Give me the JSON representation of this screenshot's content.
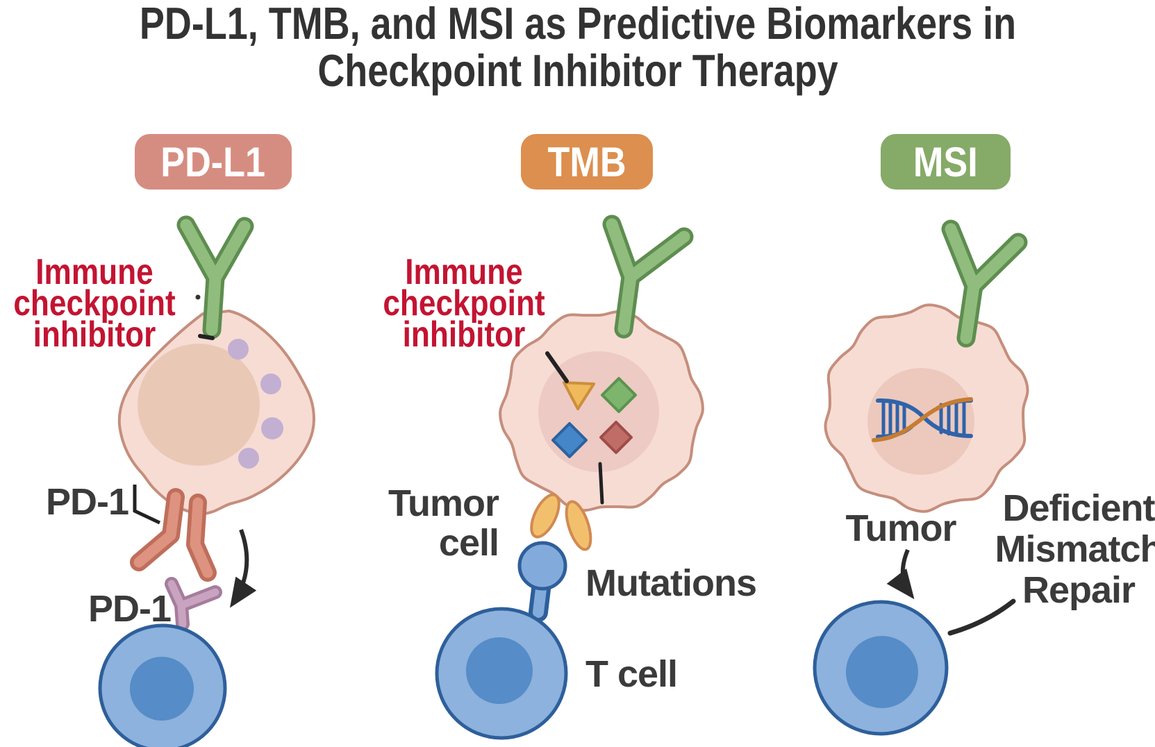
{
  "title": {
    "line1": "PD-L1, TMB, and MSI as Predictive Biomarkers in",
    "line2": "Checkpoint Inhibitor Therapy"
  },
  "badges": [
    {
      "label": "PD-L1",
      "color": "#d68d81"
    },
    {
      "label": "TMB",
      "color": "#dc8f4f"
    },
    {
      "label": "MSI",
      "color": "#86aa68"
    }
  ],
  "pdl1_panel": {
    "inhibitor_lines": [
      "Immune",
      "checkpoint",
      "inhibitor"
    ],
    "pd1_top": "PD-1",
    "pd1_bottom": "PD-1"
  },
  "tmb_panel": {
    "inhibitor_lines": [
      "Immune",
      "checkpoint",
      "inhibitor"
    ],
    "tumor_cell_line1": "Tumor",
    "tumor_cell_line2": "cell",
    "mutations": "Mutations",
    "t_cell": "T cell"
  },
  "msi_panel": {
    "tumor": "Tumor",
    "dmr_lines": [
      "Deficient",
      "Mismatch",
      "Repair"
    ]
  },
  "colors": {
    "red_label": "#c31432",
    "antibody_green": "#90bd7e",
    "tumor_cell_fill": "#f7dcd4",
    "tumor_cell_border": "#c58e7c",
    "t_cell_fill": "#8cb2dd",
    "t_cell_border": "#2e5f9b",
    "arrow": "#2b2b2b"
  }
}
